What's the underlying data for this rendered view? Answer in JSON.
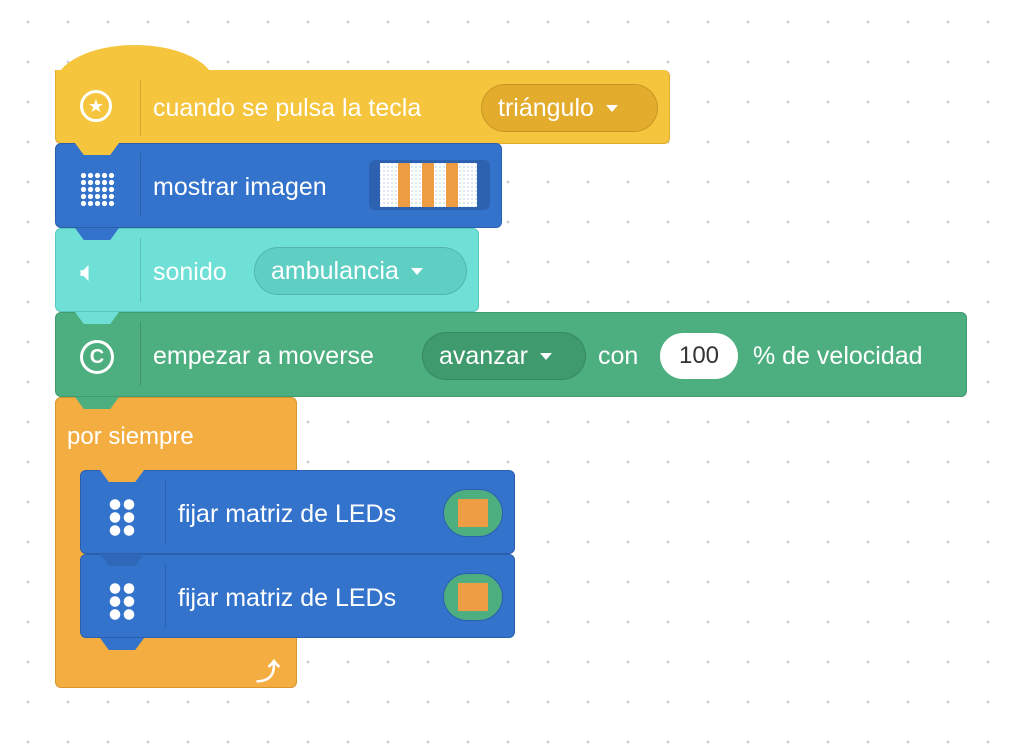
{
  "blocks": {
    "hat": {
      "label": "cuando se pulsa la tecla",
      "dropdown": "triángulo",
      "color": "#f5c53d",
      "icon": "star-circle-icon"
    },
    "show_image": {
      "label": "mostrar imagen",
      "color": "#3473cc",
      "icon": "dot-matrix-icon"
    },
    "sound": {
      "label": "sonido",
      "dropdown": "ambulancia",
      "color": "#6fe0d6",
      "icon": "speaker-icon"
    },
    "move": {
      "label": "empezar a moverse",
      "dropdown": "avanzar",
      "con": "con",
      "speed": "100",
      "suffix": "% de velocidad",
      "color": "#4dae80",
      "icon": "move-icon"
    },
    "forever": {
      "label": "por siempre",
      "color": "#f3ad41",
      "icon": "loop-arrow-icon"
    },
    "led1": {
      "label": "fijar matriz de LEDs",
      "color": "#3473cc"
    },
    "led2": {
      "label": "fijar matriz de LEDs",
      "color": "#3473cc"
    }
  }
}
